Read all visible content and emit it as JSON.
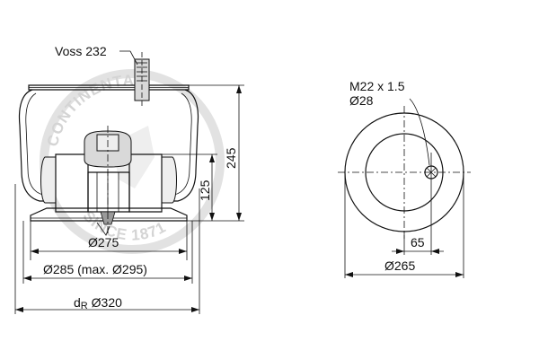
{
  "labels": {
    "connector": "Voss 232",
    "thread": "M22 x 1.5",
    "pin_diameter": "Ø28",
    "height_total": "245",
    "height_piston": "125",
    "diameter_piston": "Ø275",
    "diameter_base": "Ø285 (max. Ø295)",
    "diameter_d_prefix": "d",
    "diameter_d_sub": "R",
    "diameter_d_value": " Ø320",
    "offset": "65",
    "diameter_plate": "Ø265"
  },
  "watermark": {
    "text_top": "CONTINENTAL",
    "text_bottom": "SINCE 1871"
  }
}
